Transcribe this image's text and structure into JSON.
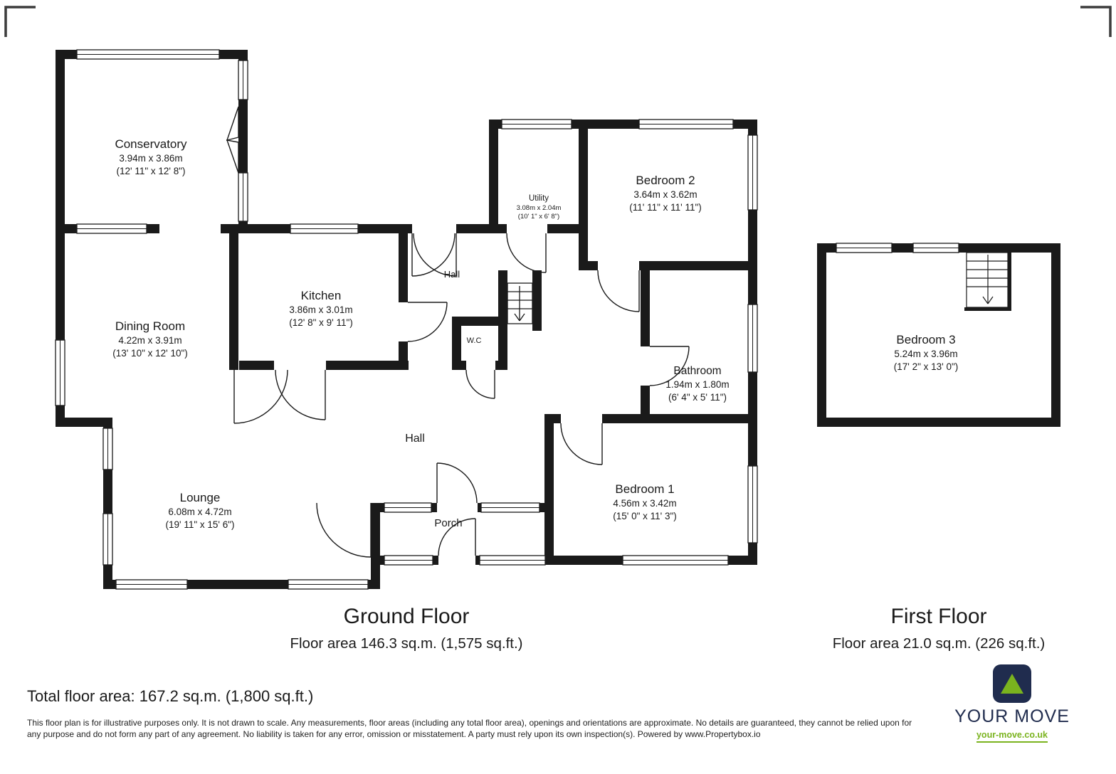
{
  "floors": {
    "ground": {
      "title": "Ground Floor",
      "area": "Floor area 146.3 sq.m. (1,575 sq.ft.)"
    },
    "first": {
      "title": "First Floor",
      "area": "Floor area 21.0 sq.m. (226 sq.ft.)"
    }
  },
  "rooms": {
    "conservatory": {
      "name": "Conservatory",
      "metric": "3.94m x 3.86m",
      "imperial": "(12' 11\" x 12' 8\")"
    },
    "dining_room": {
      "name": "Dining Room",
      "metric": "4.22m x 3.91m",
      "imperial": "(13' 10\" x 12' 10\")"
    },
    "kitchen": {
      "name": "Kitchen",
      "metric": "3.86m x 3.01m",
      "imperial": "(12' 8\" x 9' 11\")"
    },
    "utility": {
      "name": "Utility",
      "metric": "3.08m x 2.04m",
      "imperial": "(10' 1\" x 6' 8\")"
    },
    "bedroom2": {
      "name": "Bedroom 2",
      "metric": "3.64m x 3.62m",
      "imperial": "(11' 11\" x 11' 11\")"
    },
    "hall_rear": {
      "name": "Hall"
    },
    "wc": {
      "name": "W.C"
    },
    "bathroom": {
      "name": "Bathroom",
      "metric": "1.94m x 1.80m",
      "imperial": "(6' 4\" x 5' 11\")"
    },
    "hall_main": {
      "name": "Hall"
    },
    "bedroom1": {
      "name": "Bedroom 1",
      "metric": "4.56m x 3.42m",
      "imperial": "(15' 0\" x 11' 3\")"
    },
    "porch": {
      "name": "Porch"
    },
    "lounge": {
      "name": "Lounge",
      "metric": "6.08m x 4.72m",
      "imperial": "(19' 11\" x 15' 6\")"
    },
    "bedroom3": {
      "name": "Bedroom 3",
      "metric": "5.24m x 3.96m",
      "imperial": "(17' 2\" x 13' 0\")"
    }
  },
  "summary": {
    "total": "Total floor area: 167.2 sq.m. (1,800 sq.ft.)"
  },
  "disclaimer": "This floor plan is for illustrative purposes only. It is not drawn to scale. Any measurements, floor areas (including any total floor area), openings and orientations are approximate. No details are guaranteed, they cannot be relied upon for any purpose and do not form any part of any agreement. No liability is taken for any error, omission or misstatement. A party must rely upon its own inspection(s). Powered by www.Propertybox.io",
  "logo": {
    "brand": "YOUR MOVE",
    "url": "your-move.co.uk",
    "colors": {
      "navy": "#202c4e",
      "green": "#7ab31e"
    }
  }
}
